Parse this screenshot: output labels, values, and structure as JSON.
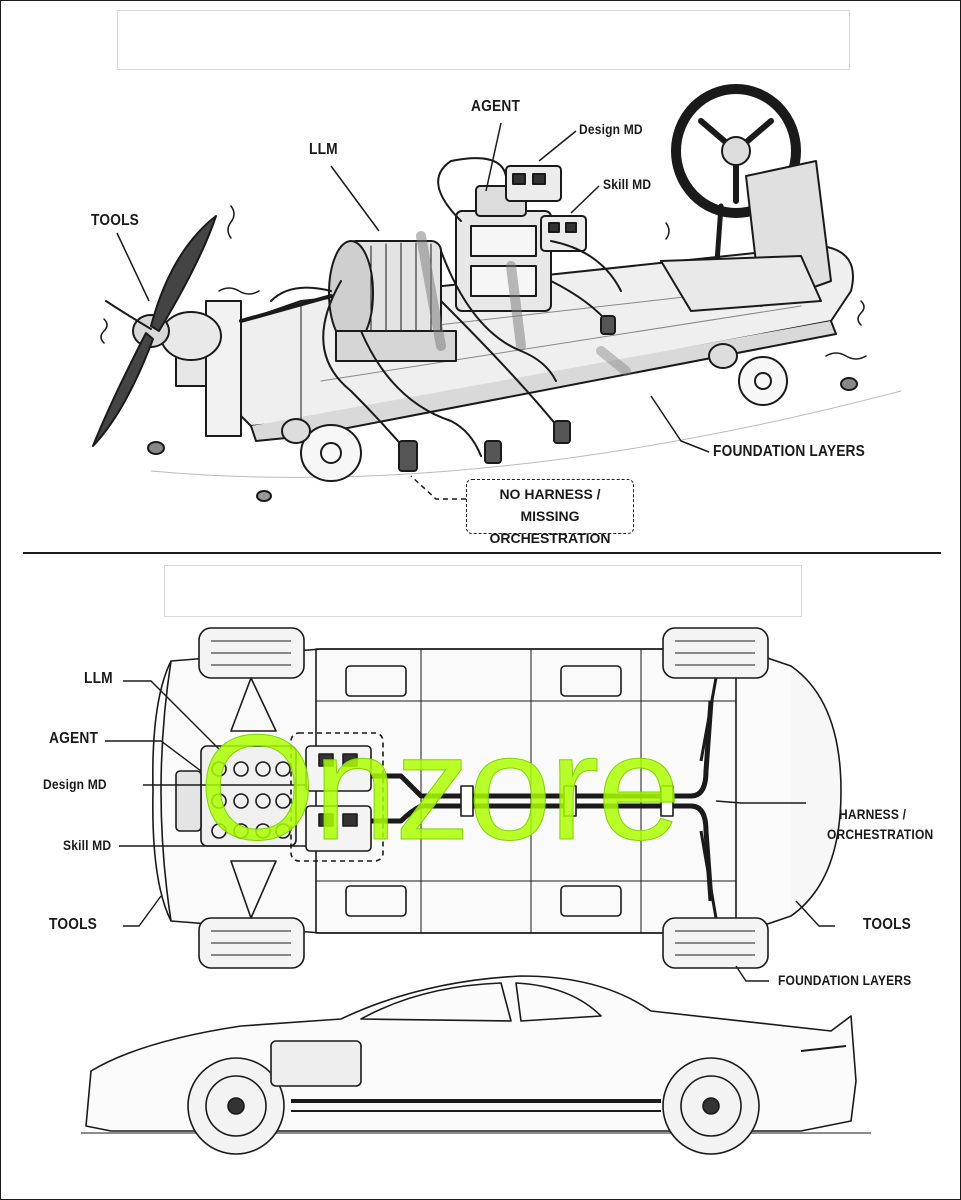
{
  "top_panel": {
    "labels": {
      "agent": "AGENT",
      "design_md": "Design MD",
      "llm": "LLM",
      "skill_md": "Skill MD",
      "tools": "TOOLS",
      "foundation_layers": "FOUNDATION LAYERS"
    },
    "callout_line1": "NO HARNESS /",
    "callout_line2": "MISSING ORCHESTRATION"
  },
  "bottom_panel": {
    "labels": {
      "llm": "LLM",
      "agent": "AGENT",
      "design_md": "Design MD",
      "skill_md": "Skill MD",
      "harness_line1": "HARNESS /",
      "harness_line2": "ORCHESTRATION",
      "tools_left": "TOOLS",
      "tools_right": "TOOLS",
      "foundation_layers": "FOUNDATION LAYERS"
    }
  },
  "watermark": "Onzore",
  "colors": {
    "ink": "#1a1a1a",
    "watermark": "#aaff00"
  }
}
